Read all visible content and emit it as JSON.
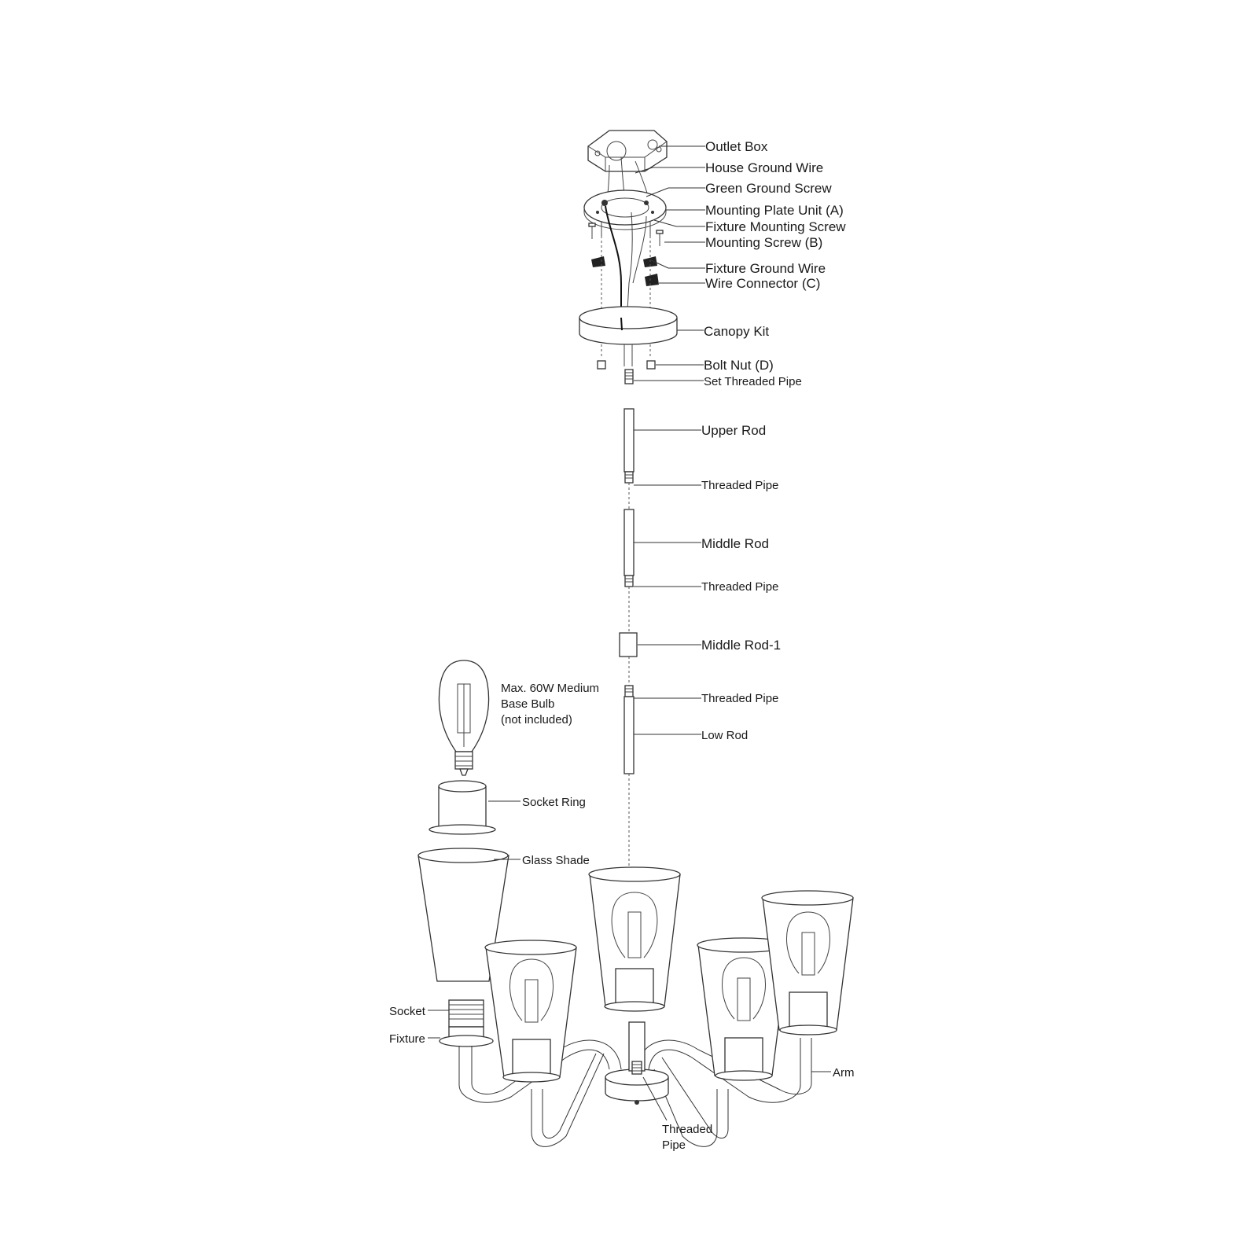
{
  "labels": {
    "outlet_box": "Outlet Box",
    "house_ground_wire": "House Ground Wire",
    "green_ground_screw": "Green Ground Screw",
    "mounting_plate_unit": "Mounting Plate Unit (A)",
    "fixture_mounting_screw": "Fixture Mounting Screw",
    "mounting_screw": "Mounting Screw (B)",
    "fixture_ground_wire": "Fixture Ground Wire",
    "wire_connector": "Wire Connector (C)",
    "canopy_kit": "Canopy Kit",
    "bolt_nut": "Bolt Nut (D)",
    "set_threaded_pipe": "Set Threaded Pipe",
    "upper_rod": "Upper Rod",
    "threaded_pipe_1": "Threaded Pipe",
    "middle_rod": "Middle Rod",
    "threaded_pipe_2": "Threaded Pipe",
    "middle_rod_1": "Middle Rod-1",
    "threaded_pipe_3": "Threaded Pipe",
    "low_rod": "Low Rod",
    "bulb_line1": "Max. 60W Medium",
    "bulb_line2": "Base Bulb",
    "bulb_line3": "(not included)",
    "socket_ring": "Socket Ring",
    "glass_shade": "Glass Shade",
    "socket": "Socket",
    "fixture": "Fixture",
    "arm": "Arm",
    "bottom_threaded_line1": "Threaded",
    "bottom_threaded_line2": "Pipe"
  }
}
